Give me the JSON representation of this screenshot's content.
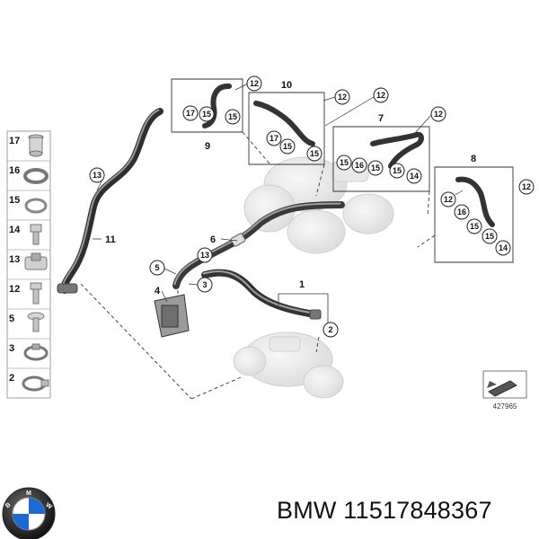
{
  "caption": {
    "brand": "BMW",
    "part_number": "11517848367"
  },
  "ref_number": "427965",
  "legend": [
    "17",
    "16",
    "15",
    "14",
    "13",
    "12",
    "5",
    "3",
    "2"
  ],
  "part_labels": [
    {
      "id": "label-1",
      "text": "1"
    },
    {
      "id": "label-4",
      "text": "4"
    },
    {
      "id": "label-6",
      "text": "6"
    },
    {
      "id": "label-7",
      "text": "7"
    },
    {
      "id": "label-8",
      "text": "8"
    },
    {
      "id": "label-9",
      "text": "9"
    },
    {
      "id": "label-10",
      "text": "10"
    },
    {
      "id": "label-11",
      "text": "11"
    }
  ],
  "callouts": [
    {
      "text": "12"
    },
    {
      "text": "17"
    },
    {
      "text": "15"
    },
    {
      "text": "15"
    },
    {
      "text": "12"
    },
    {
      "text": "12"
    },
    {
      "text": "17"
    },
    {
      "text": "15"
    },
    {
      "text": "15"
    },
    {
      "text": "12"
    },
    {
      "text": "15"
    },
    {
      "text": "16"
    },
    {
      "text": "15"
    },
    {
      "text": "15"
    },
    {
      "text": "14"
    },
    {
      "text": "12"
    },
    {
      "text": "12"
    },
    {
      "text": "16"
    },
    {
      "text": "15"
    },
    {
      "text": "15"
    },
    {
      "text": "14"
    },
    {
      "text": "13"
    },
    {
      "text": "13"
    },
    {
      "text": "5"
    },
    {
      "text": "3"
    },
    {
      "text": "2"
    }
  ]
}
